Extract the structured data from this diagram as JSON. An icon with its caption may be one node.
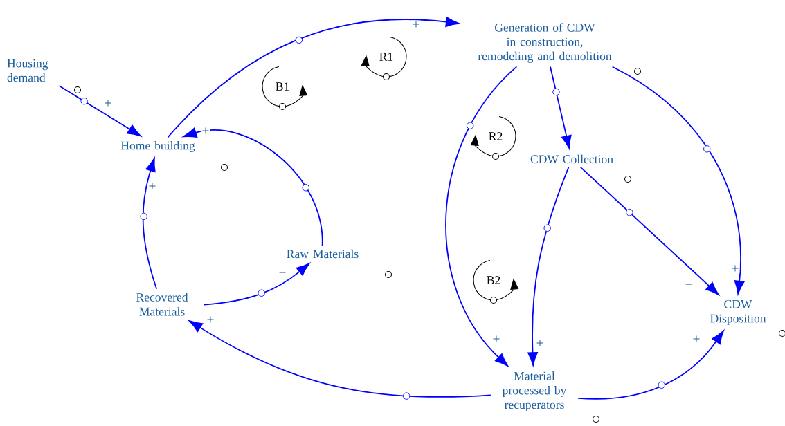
{
  "diagram": {
    "nodes": [
      {
        "text": [
          "Housing demand"
        ]
      },
      {
        "text": [
          "Home building"
        ]
      },
      {
        "text": [
          "Generation of CDW in construction, remodeling and demolition"
        ]
      },
      {
        "text": [
          "CDW Collection"
        ]
      },
      {
        "text": [
          "Raw Materials"
        ]
      },
      {
        "text": [
          "Recovered Materials"
        ]
      },
      {
        "text": [
          "Material processed by recuperators"
        ]
      },
      {
        "text": [
          "CDW Disposition"
        ]
      }
    ],
    "edges": [
      {
        "from": 0,
        "to": 1,
        "arrow": "to",
        "label": "+"
      },
      {
        "from": 1,
        "to": 2,
        "arrow": "to",
        "label": "+"
      },
      {
        "from": 4,
        "to": 1,
        "arrow": "to",
        "label": "+"
      },
      {
        "from": 5,
        "to": 1,
        "arrow": "to",
        "label": "+"
      },
      {
        "from": 5,
        "to": 4,
        "arrow": "to",
        "label": "−"
      },
      {
        "from": 6,
        "to": 5,
        "arrow": "to",
        "label": "+"
      },
      {
        "from": 2,
        "to": 3,
        "arrow": "to"
      },
      {
        "from": 2,
        "to": 6,
        "arrow": "to",
        "label": "+"
      },
      {
        "from": 3,
        "to": 6,
        "arrow": "to",
        "label": "+"
      },
      {
        "from": 3,
        "to": 7,
        "arrow": "to",
        "label": "−"
      },
      {
        "from": 2,
        "to": 7,
        "arrow": "to",
        "label": "+"
      },
      {
        "from": 6,
        "to": 7,
        "arrow": "to",
        "label": "+"
      }
    ],
    "labels": [
      "R1",
      "B1",
      "R2",
      "B2"
    ]
  }
}
